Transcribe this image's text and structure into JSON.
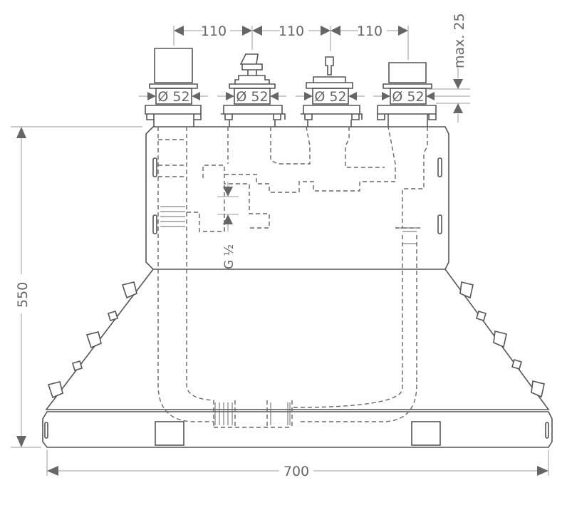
{
  "dimensions": {
    "spacing_1": "110",
    "spacing_2": "110",
    "spacing_3": "110",
    "diameter_1": "Ø 52",
    "diameter_2": "Ø 52",
    "diameter_3": "Ø 52",
    "diameter_4": "Ø 52",
    "max_depth": "max. 25",
    "thread": "G ½",
    "height": "550",
    "width": "700"
  },
  "colors": {
    "line": "#555555",
    "arrow": "#666666"
  }
}
